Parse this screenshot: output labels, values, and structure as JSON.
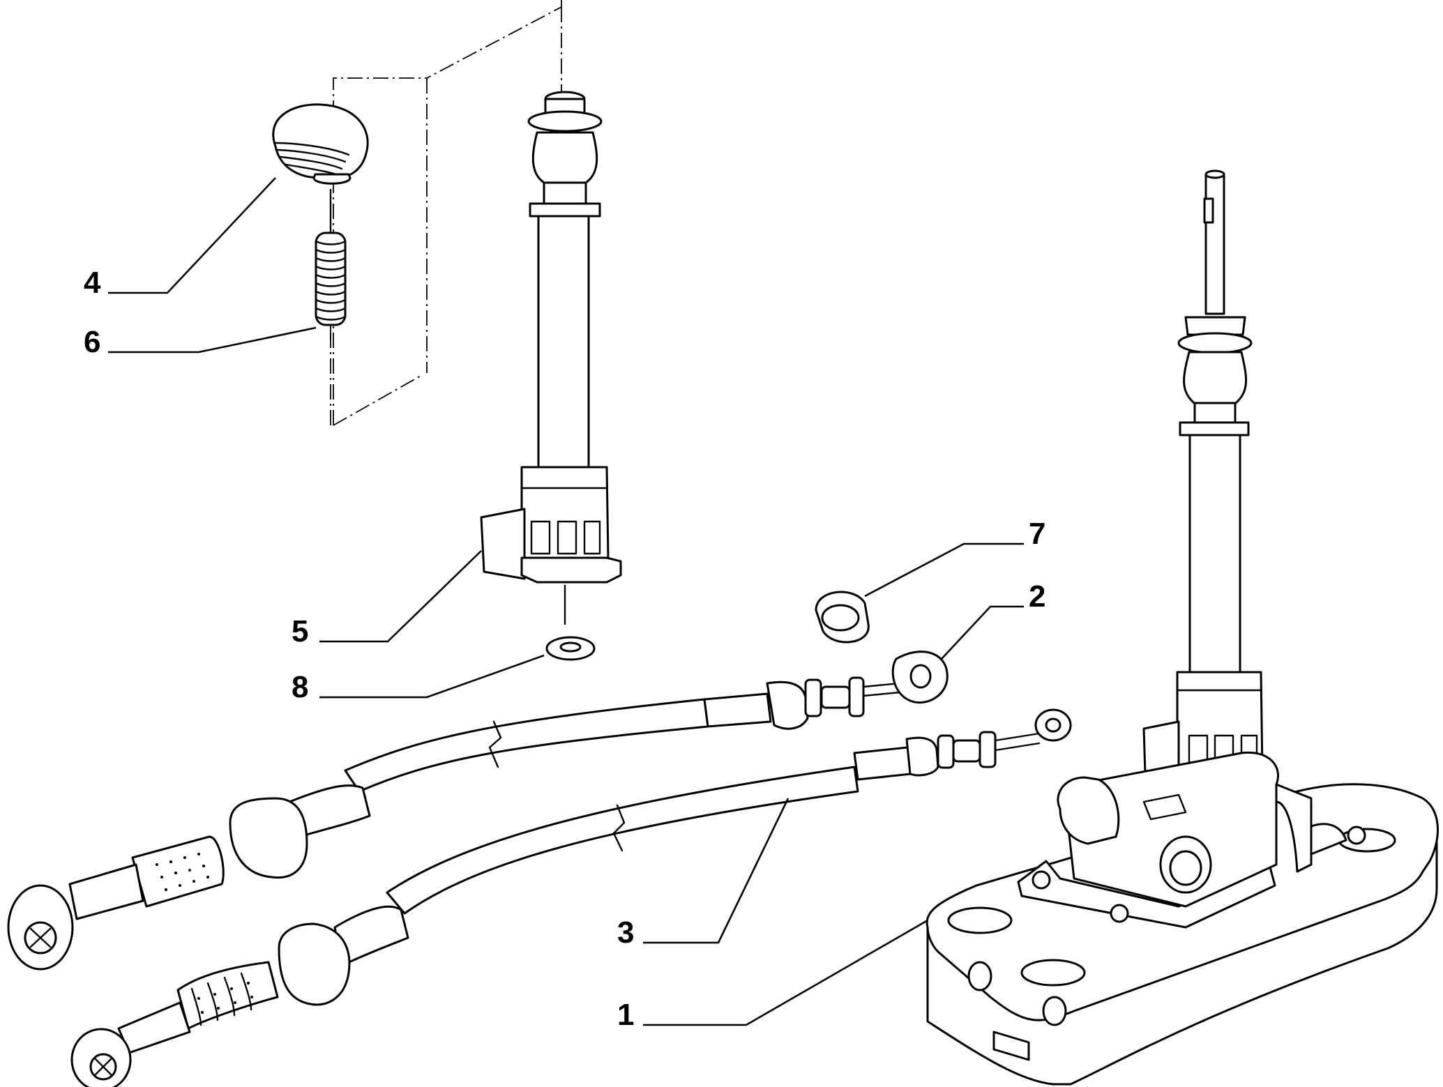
{
  "callouts": [
    {
      "id": "part-1",
      "label": "1"
    },
    {
      "id": "part-2",
      "label": "2"
    },
    {
      "id": "part-3",
      "label": "3"
    },
    {
      "id": "part-4",
      "label": "4"
    },
    {
      "id": "part-5",
      "label": "5"
    },
    {
      "id": "part-6",
      "label": "6"
    },
    {
      "id": "part-7",
      "label": "7"
    },
    {
      "id": "part-8",
      "label": "8"
    }
  ],
  "colors": {
    "line": "#000000",
    "background": "#ffffff"
  }
}
